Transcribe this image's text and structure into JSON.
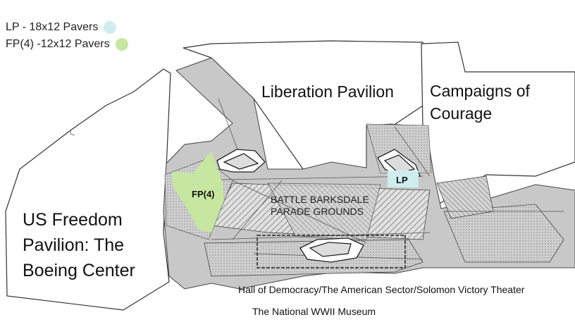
{
  "legend": {
    "items": [
      {
        "label": "LP - 18x12 Pavers",
        "color": "#cdeeed"
      },
      {
        "label": "FP(4) -12x12 Pavers",
        "color": "#c7e7a1"
      }
    ]
  },
  "areas": {
    "lp_code": "LP",
    "fp_code": "FP(4)"
  },
  "labels": {
    "liberation_pavilion": "Liberation Pavilion",
    "campaigns_line1": "Campaigns of",
    "campaigns_line2": "Courage",
    "parade_line1": "BATTLE BARKSDALE",
    "parade_line2": "PARADE GROUNDS",
    "freedom_line1": "US Freedom",
    "freedom_line2": "Pavilion: The",
    "freedom_line3": "Boeing Center",
    "hall_of_democracy": "Hall of Democracy/The American Sector/Solomon Victory Theater",
    "museum": "The National WWII Museum"
  },
  "colors": {
    "lp_fill": "#cdeeed",
    "fp_fill": "#c7e7a1",
    "plaza_fill": "#c8c8c8"
  }
}
